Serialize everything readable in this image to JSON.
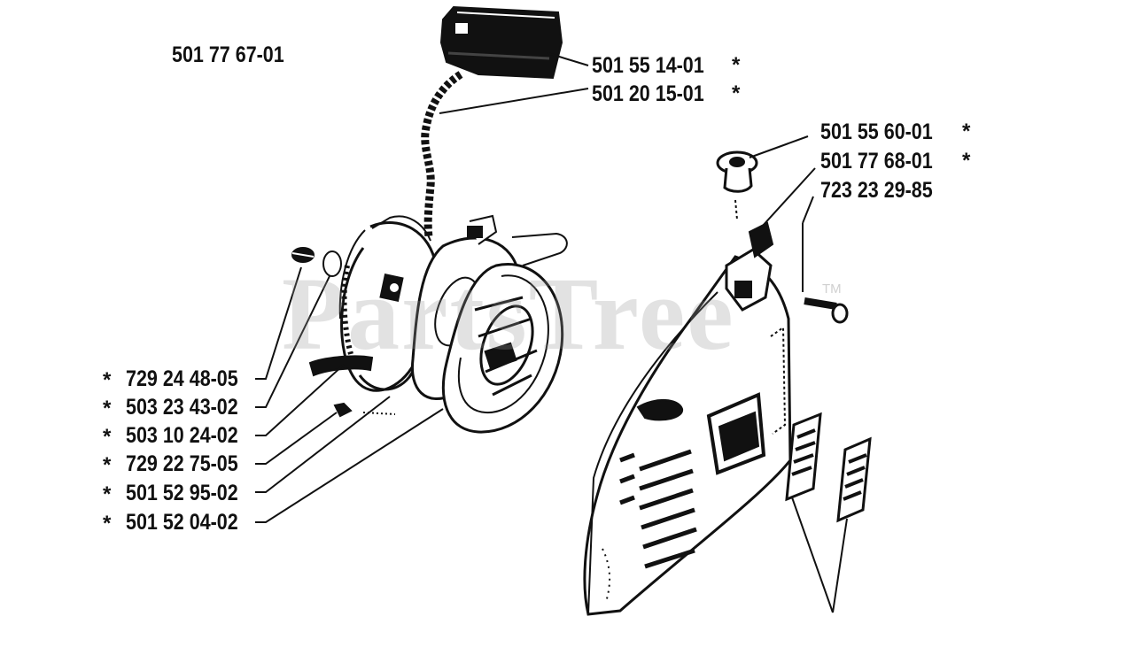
{
  "assembly_part_number": "501 77 67-01",
  "watermark": {
    "text": "PartsTree",
    "trademark": "TM"
  },
  "callouts": [
    {
      "part": "501 55 14-01",
      "mark": "*"
    },
    {
      "part": "501 20 15-01",
      "mark": "*"
    },
    {
      "part": "501 55 60-01",
      "mark": "*"
    },
    {
      "part": "501 77 68-01",
      "mark": "*"
    },
    {
      "part": "723 23 29-85",
      "mark": ""
    },
    {
      "part": "729 24 48-05",
      "mark": "*"
    },
    {
      "part": "503 23 43-02",
      "mark": "*"
    },
    {
      "part": "503 10 24-02",
      "mark": "*"
    },
    {
      "part": "729 22 75-05",
      "mark": "*"
    },
    {
      "part": "501 52 95-02",
      "mark": "*"
    },
    {
      "part": "501 52 04-02",
      "mark": "*"
    }
  ],
  "colors": {
    "ink": "#111111",
    "paper": "#ffffff",
    "watermark": "#969696"
  }
}
